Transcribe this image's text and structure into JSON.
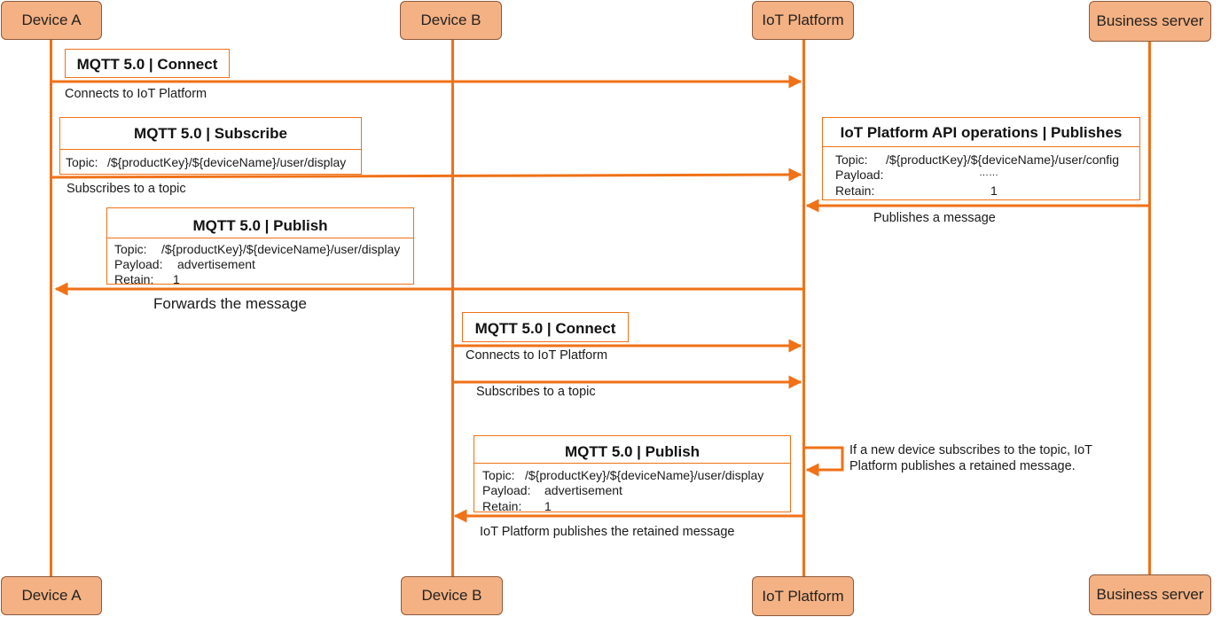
{
  "participants": {
    "device_a": "Device A",
    "device_b": "Device B",
    "iot_platform": "IoT Platform",
    "business_server": "Business server"
  },
  "boxes": {
    "a_connect": {
      "header": "MQTT 5.0 | Connect"
    },
    "a_subscribe": {
      "header": "MQTT 5.0 | Subscribe",
      "topic_label": "Topic:",
      "topic_value": "/${productKey}/${deviceName}/user/display"
    },
    "api_publish": {
      "header": "IoT Platform API operations | Publishes",
      "topic_label": "Topic:",
      "topic_value": "/${productKey}/${deviceName}/user/config",
      "payload_label": "Payload:",
      "payload_value": "……",
      "retain_label": "Retain:",
      "retain_value": "1"
    },
    "a_publish": {
      "header": "MQTT 5.0 | Publish",
      "topic_label": "Topic:",
      "topic_value": "/${productKey}/${deviceName}/user/display",
      "payload_label": "Payload:",
      "payload_value": "advertisement",
      "retain_label": "Retain:",
      "retain_value": "1"
    },
    "b_connect": {
      "header": "MQTT 5.0 | Connect"
    },
    "b_publish": {
      "header": "MQTT 5.0 | Publish",
      "topic_label": "Topic:",
      "topic_value": "/${productKey}/${deviceName}/user/display",
      "payload_label": "Payload:",
      "payload_value": "advertisement",
      "retain_label": "Retain:",
      "retain_value": "1"
    }
  },
  "messages": {
    "a_connects": "Connects to IoT Platform",
    "a_subscribes": "Subscribes to a topic",
    "server_publishes": "Publishes a message",
    "forwards": "Forwards the message",
    "b_connects": "Connects to IoT Platform",
    "b_subscribes": "Subscribes to a topic",
    "retained_note_line1": "If a new device subscribes to the topic, IoT",
    "retained_note_line2": "Platform publishes a retained message.",
    "retained_publish": "IoT Platform publishes the retained message"
  },
  "colors": {
    "line": "#f07117",
    "node_fill": "#f4b183",
    "node_border": "#8c5a3c"
  }
}
